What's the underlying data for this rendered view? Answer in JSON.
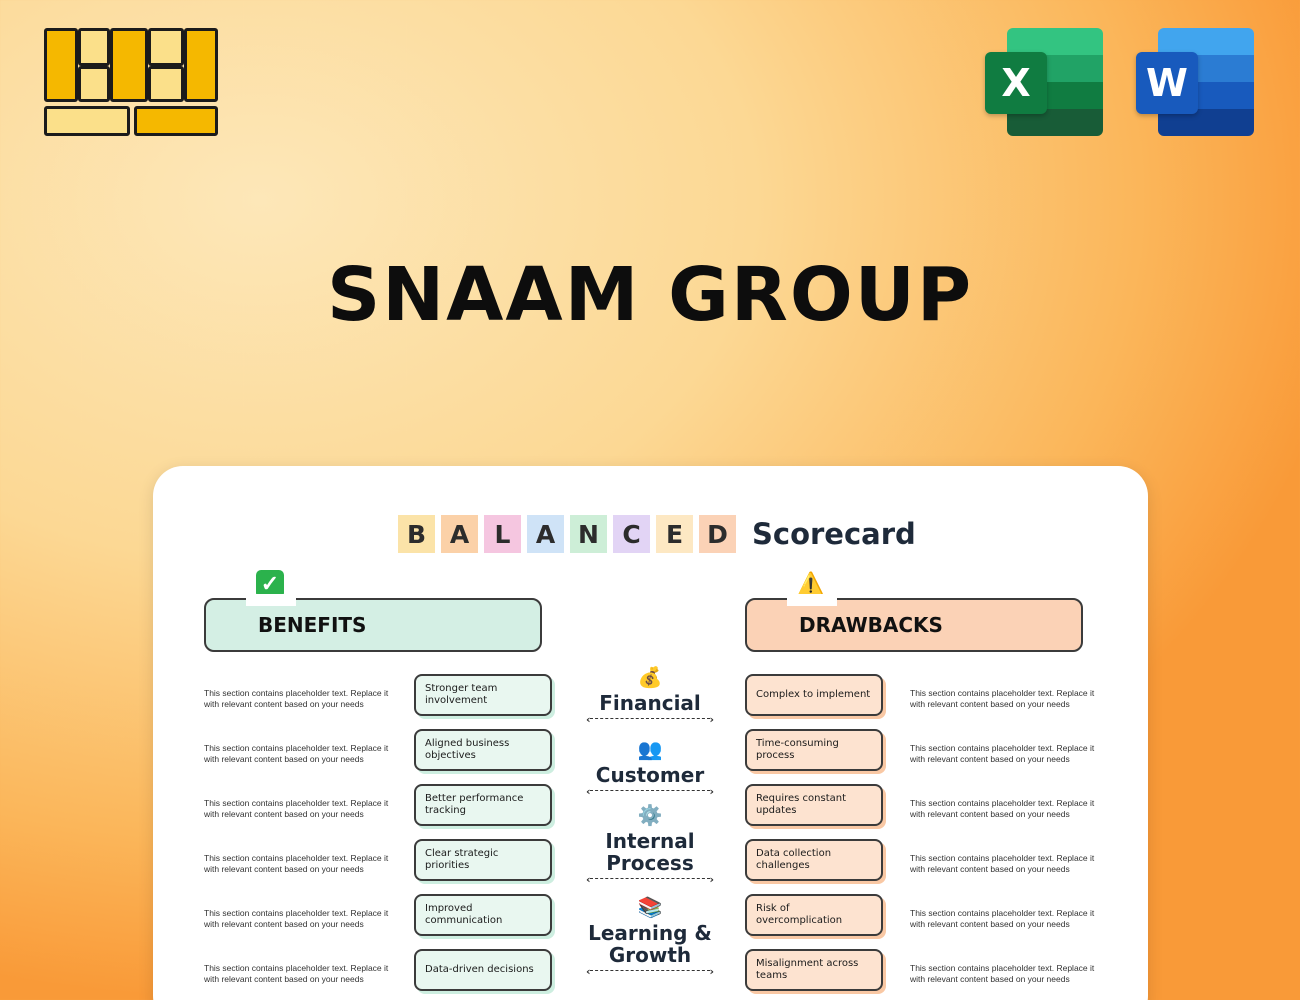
{
  "brand": {
    "name": "SNAAM GROUP"
  },
  "apps": {
    "excel_letter": "X",
    "word_letter": "W"
  },
  "card": {
    "title_letters": [
      {
        "char": "B",
        "color": "#fbe3a8"
      },
      {
        "char": "A",
        "color": "#fbd1a8"
      },
      {
        "char": "L",
        "color": "#f5c6e0"
      },
      {
        "char": "A",
        "color": "#cfe3f7"
      },
      {
        "char": "N",
        "color": "#cdeed7"
      },
      {
        "char": "C",
        "color": "#e2d4f5"
      },
      {
        "char": "E",
        "color": "#fde8c3"
      },
      {
        "char": "D",
        "color": "#fbd2b6"
      }
    ],
    "title_word": "Scorecard",
    "benefits_label": "BENEFITS",
    "drawbacks_label": "DRAWBACKS",
    "benefits": [
      "Stronger team involvement",
      "Aligned business objectives",
      "Better performance tracking",
      "Clear strategic priorities",
      "Improved communication",
      "Data-driven decisions"
    ],
    "drawbacks": [
      "Complex to implement",
      "Time-consuming process",
      "Requires constant updates",
      "Data collection challenges",
      "Risk of overcomplication",
      "Misalignment across teams"
    ],
    "placeholder": "This section contains placeholder text. Replace it with relevant content based on your needs",
    "perspectives": [
      {
        "label": "Financial",
        "icon": "money-bag-icon"
      },
      {
        "label": "Customer",
        "icon": "people-icon"
      },
      {
        "label": "Internal Process",
        "icon": "gear-icon"
      },
      {
        "label": "Learning & Growth",
        "icon": "books-icon"
      }
    ]
  }
}
